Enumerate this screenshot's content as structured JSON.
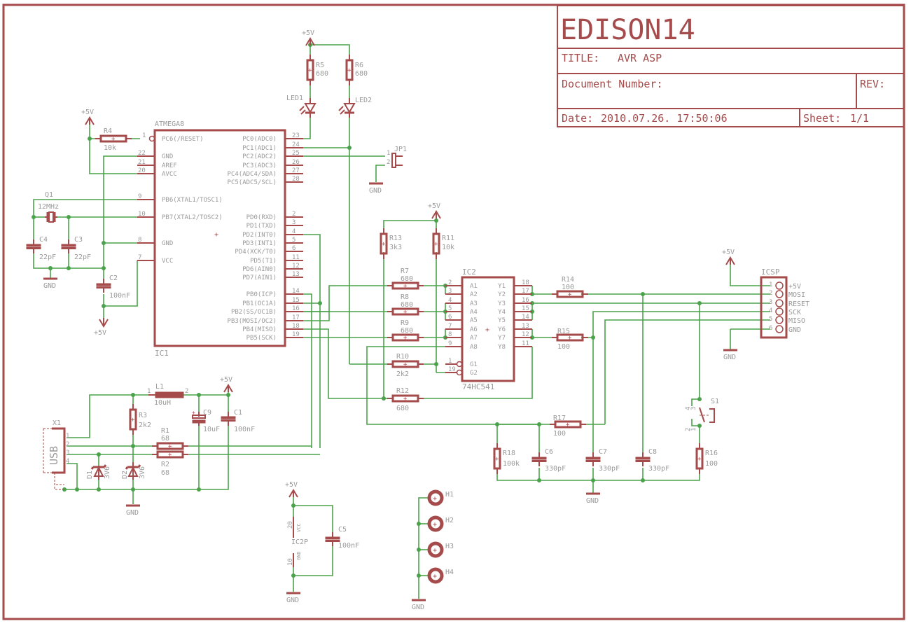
{
  "title_block": {
    "company": "EDISON14",
    "title_label": "TITLE:",
    "title_value": "AVR ASP",
    "doc_number_label": "Document Number:",
    "rev_label": "REV:",
    "date_label": "Date:",
    "date_value": "2010.07.26. 17:50:06",
    "sheet_label": "Sheet:",
    "sheet_value": "1/1"
  },
  "colors": {
    "symbol": "#a54b4b",
    "wire": "#4aa34a",
    "label": "#9a9a9a"
  },
  "supply": {
    "vcc": "+5V",
    "gnd": "GND"
  },
  "ic1": {
    "name": "IC1",
    "part": "ATMEGA8",
    "left_pins": [
      {
        "num": "1",
        "name": "PC6(/RESET)"
      },
      {
        "num": "22",
        "name": "GND"
      },
      {
        "num": "21",
        "name": "AREF"
      },
      {
        "num": "20",
        "name": "AVCC"
      },
      {
        "num": "9",
        "name": "PB6(XTAL1/TOSC1)"
      },
      {
        "num": "10",
        "name": "PB7(XTAL2/TOSC2)"
      },
      {
        "num": "8",
        "name": "GND"
      },
      {
        "num": "7",
        "name": "VCC"
      }
    ],
    "right_pins": [
      {
        "num": "23",
        "name": "PC0(ADC0)"
      },
      {
        "num": "24",
        "name": "PC1(ADC1)"
      },
      {
        "num": "25",
        "name": "PC2(ADC2)"
      },
      {
        "num": "26",
        "name": "PC3(ADC3)"
      },
      {
        "num": "27",
        "name": "PC4(ADC4/SDA)"
      },
      {
        "num": "28",
        "name": "PC5(ADC5/SCL)"
      },
      {
        "num": "2",
        "name": "PD0(RXD)"
      },
      {
        "num": "3",
        "name": "PD1(TXD)"
      },
      {
        "num": "4",
        "name": "PD2(INT0)"
      },
      {
        "num": "5",
        "name": "PD3(INT1)"
      },
      {
        "num": "6",
        "name": "PD4(XCK/T0)"
      },
      {
        "num": "11",
        "name": "PD5(T1)"
      },
      {
        "num": "12",
        "name": "PD6(AIN0)"
      },
      {
        "num": "13",
        "name": "PD7(AIN1)"
      },
      {
        "num": "14",
        "name": "PB0(ICP)"
      },
      {
        "num": "15",
        "name": "PB1(OC1A)"
      },
      {
        "num": "16",
        "name": "PB2(SS/OC1B)"
      },
      {
        "num": "17",
        "name": "PB3(MOSI/OC2)"
      },
      {
        "num": "18",
        "name": "PB4(MISO)"
      },
      {
        "num": "19",
        "name": "PB5(SCK)"
      }
    ]
  },
  "ic2": {
    "name": "IC2",
    "part": "74HC541",
    "left_pins": [
      {
        "num": "2",
        "name": "A1"
      },
      {
        "num": "3",
        "name": "A2"
      },
      {
        "num": "4",
        "name": "A3"
      },
      {
        "num": "5",
        "name": "A4"
      },
      {
        "num": "6",
        "name": "A5"
      },
      {
        "num": "7",
        "name": "A6"
      },
      {
        "num": "8",
        "name": "A7"
      },
      {
        "num": "9",
        "name": "A8"
      },
      {
        "num": "1",
        "name": "G1"
      },
      {
        "num": "19",
        "name": "G2"
      }
    ],
    "right_pins": [
      {
        "num": "18",
        "name": "Y1"
      },
      {
        "num": "17",
        "name": "Y2"
      },
      {
        "num": "16",
        "name": "Y3"
      },
      {
        "num": "15",
        "name": "Y4"
      },
      {
        "num": "14",
        "name": "Y5"
      },
      {
        "num": "13",
        "name": "Y6"
      },
      {
        "num": "12",
        "name": "Y7"
      },
      {
        "num": "11",
        "name": "Y8"
      }
    ]
  },
  "ic2p": {
    "name": "IC2P",
    "vcc_pin": "20",
    "vcc_label": "VCC",
    "gnd_pin": "10",
    "gnd_label": "GND"
  },
  "icsp": {
    "name": "ICSP",
    "pins": [
      {
        "num": "1",
        "name": "+5V"
      },
      {
        "num": "2",
        "name": "MOSI"
      },
      {
        "num": "3",
        "name": "RESET"
      },
      {
        "num": "4",
        "name": "SCK"
      },
      {
        "num": "5",
        "name": "MISO"
      },
      {
        "num": "6",
        "name": "GND"
      }
    ]
  },
  "usb": {
    "name": "X1",
    "label": "USB",
    "pins": [
      "1",
      "2",
      "3",
      "4"
    ]
  },
  "resistors": {
    "R1": {
      "name": "R1",
      "value": "68"
    },
    "R2": {
      "name": "R2",
      "value": "68"
    },
    "R3": {
      "name": "R3",
      "value": "2k2"
    },
    "R4": {
      "name": "R4",
      "value": "10k"
    },
    "R5": {
      "name": "R5",
      "value": "680"
    },
    "R6": {
      "name": "R6",
      "value": "680"
    },
    "R7": {
      "name": "R7",
      "value": "680"
    },
    "R8": {
      "name": "R8",
      "value": "680"
    },
    "R9": {
      "name": "R9",
      "value": "680"
    },
    "R10": {
      "name": "R10",
      "value": "2k2"
    },
    "R11": {
      "name": "R11",
      "value": "10k"
    },
    "R12": {
      "name": "R12",
      "value": "680"
    },
    "R13": {
      "name": "R13",
      "value": "3k3"
    },
    "R14": {
      "name": "R14",
      "value": "100"
    },
    "R15": {
      "name": "R15",
      "value": "100"
    },
    "R16": {
      "name": "R16",
      "value": "100"
    },
    "R17": {
      "name": "R17",
      "value": "100"
    },
    "R18": {
      "name": "R18",
      "value": "100k"
    }
  },
  "capacitors": {
    "C1": {
      "name": "C1",
      "value": "100nF"
    },
    "C2": {
      "name": "C2",
      "value": "100nF"
    },
    "C3": {
      "name": "C3",
      "value": "22pF"
    },
    "C4": {
      "name": "C4",
      "value": "22pF"
    },
    "C5": {
      "name": "C5",
      "value": "100nF"
    },
    "C6": {
      "name": "C6",
      "value": "330pF"
    },
    "C7": {
      "name": "C7",
      "value": "330pF"
    },
    "C8": {
      "name": "C8",
      "value": "330pF"
    },
    "C9": {
      "name": "C9",
      "value": "10uF"
    }
  },
  "others": {
    "Q1": {
      "name": "Q1",
      "value": "12MHz"
    },
    "L1": {
      "name": "L1",
      "value": "10uH",
      "pin1": "1",
      "pin2": "2"
    },
    "D1": {
      "name": "D1",
      "value": "3V6"
    },
    "D2": {
      "name": "D2",
      "value": "3V6"
    },
    "LED1": {
      "name": "LED1"
    },
    "LED2": {
      "name": "LED2"
    },
    "JP1": {
      "name": "JP1",
      "pin1": "1",
      "pin2": "2"
    },
    "S1": {
      "name": "S1",
      "pins": [
        "1",
        "2",
        "3",
        "4"
      ]
    },
    "H1": {
      "name": "H1"
    },
    "H2": {
      "name": "H2"
    },
    "H3": {
      "name": "H3"
    },
    "H4": {
      "name": "H4"
    }
  }
}
